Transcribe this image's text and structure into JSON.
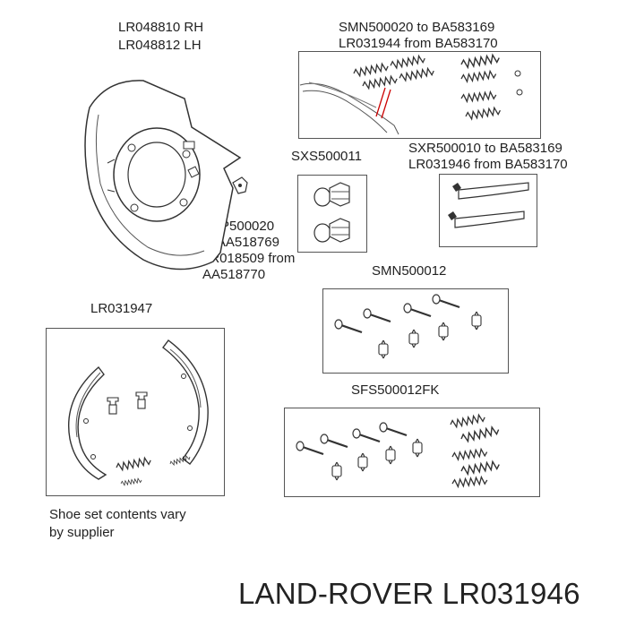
{
  "labels": {
    "shield_rh": "LR048810 RH",
    "shield_lh": "LR048812 LH",
    "spring_line1": "SMN500020 to BA583169",
    "spring_line2": "LR031944 from BA583170",
    "adjuster": "SXS500011",
    "strut_line1": "SXR500010 to BA583169",
    "strut_line2": "LR031946 from BA583170",
    "bolt_line1": "SYP500020",
    "bolt_line2": "to AA518769",
    "bolt_line3": "LR018509 from",
    "bolt_line4": "AA518770",
    "shoe": "LR031947",
    "pins": "SMN500012",
    "fitting_kit": "SFS500012FK",
    "note_line1": "Shoe set contents vary",
    "note_line2": "by supplier"
  },
  "footer": {
    "brand": "LAND-ROVER LR031946"
  }
}
